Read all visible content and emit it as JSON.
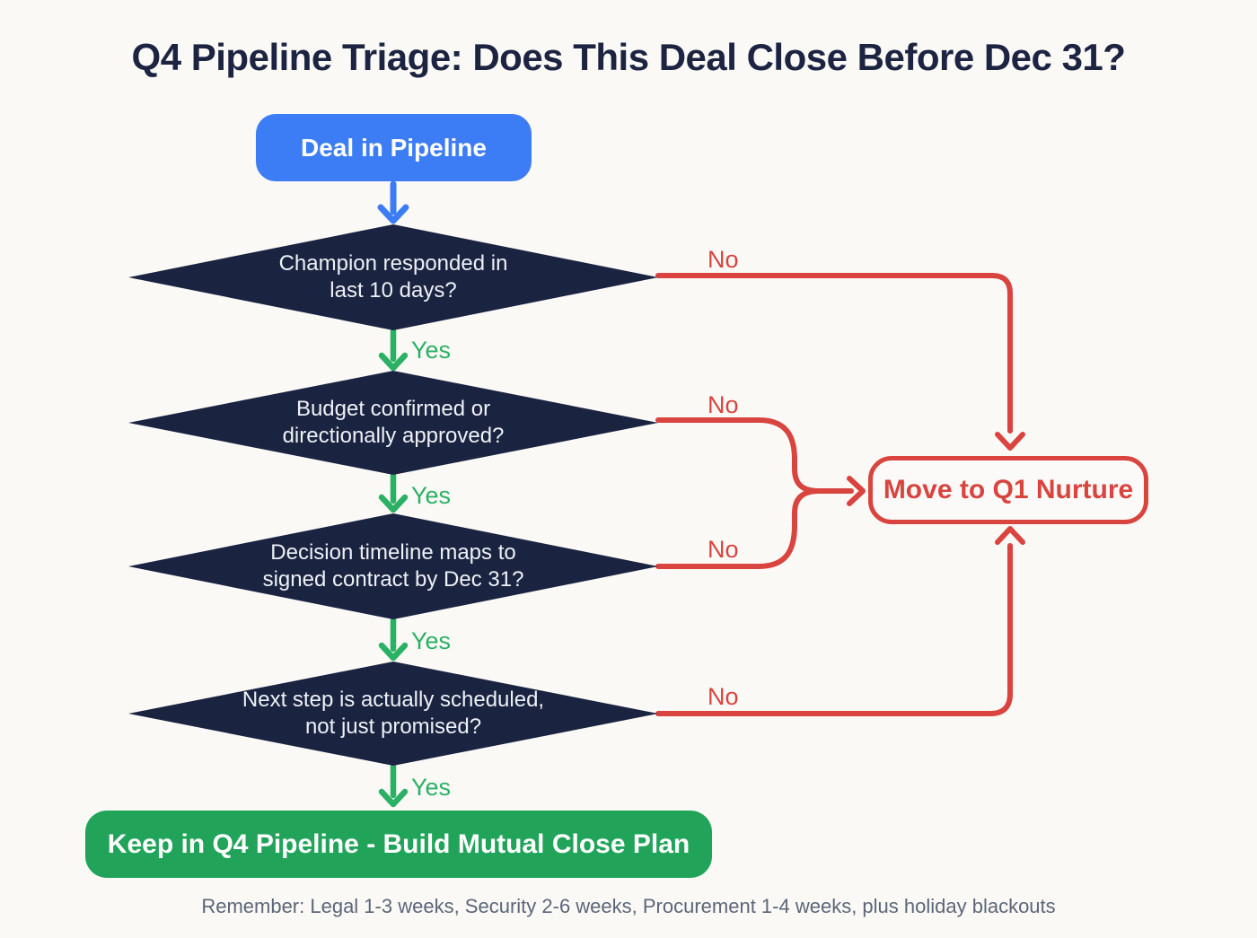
{
  "title": "Q4 Pipeline Triage: Does This Deal Close Before Dec 31?",
  "flowchart": {
    "start_node": {
      "label": "Deal in Pipeline"
    },
    "decisions": [
      {
        "line1": "Champion responded in",
        "line2": "last 10 days?"
      },
      {
        "line1": "Budget confirmed or",
        "line2": "directionally approved?"
      },
      {
        "line1": "Decision timeline maps to",
        "line2": "signed contract by Dec 31?"
      },
      {
        "line1": "Next step is actually scheduled,",
        "line2": "not just promised?"
      }
    ],
    "no_target_node": {
      "label": "Move to Q1 Nurture"
    },
    "yes_target_node": {
      "label": "Keep in Q4 Pipeline - Build Mutual Close Plan"
    },
    "edge_labels": {
      "yes": "Yes",
      "no": "No"
    }
  },
  "footer": "Remember: Legal 1-3 weeks, Security 2-6 weeks, Procurement 1-4 weeks, plus holiday blackouts",
  "colors": {
    "background": "#FAF9F6",
    "title_navy": "#1C2442",
    "diamond_navy": "#1A2340",
    "accent_blue": "#3C7DF5",
    "accent_green": "#2BB164",
    "box_green": "#21A45A",
    "accent_red": "#D9443F",
    "footer_gray": "#5C6678"
  }
}
